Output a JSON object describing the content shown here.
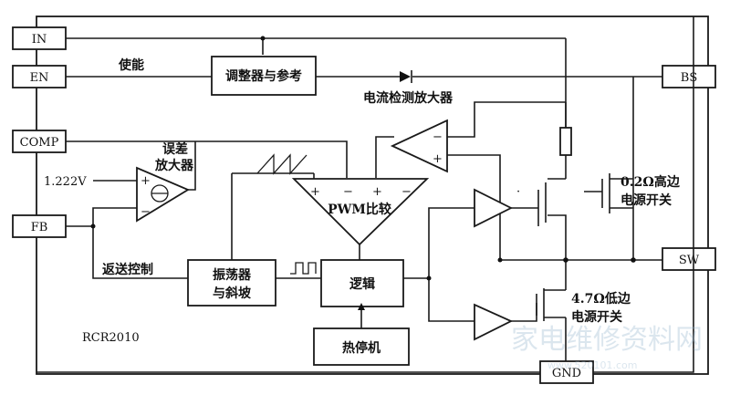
{
  "chip": "RCR2010",
  "pins": {
    "in": "IN",
    "en": "EN",
    "comp": "COMP",
    "fb": "FB",
    "bs": "BS",
    "sw": "SW",
    "gnd": "GND"
  },
  "blocks": {
    "regulator": "调整器与参考",
    "oscillator_line1": "振荡器",
    "oscillator_line2": "与斜坡",
    "logic": "逻辑",
    "thermal": "热停机",
    "pwm": "PWM比较"
  },
  "labels": {
    "enable": "使能",
    "current_amp": "电流检测放大器",
    "error_amp_line1": "误差",
    "error_amp_line2": "放大器",
    "vref": "1.222V",
    "feedback": "返送控制",
    "high_switch_line1": "0.2Ω高边",
    "high_switch_line2": "电源开关",
    "low_switch_line1": "4.7Ω低边",
    "low_switch_line2": "电源开关",
    "plus": "+",
    "minus": "−"
  },
  "watermark": {
    "site": "家电维修资料网",
    "url": "www.520101.com"
  }
}
